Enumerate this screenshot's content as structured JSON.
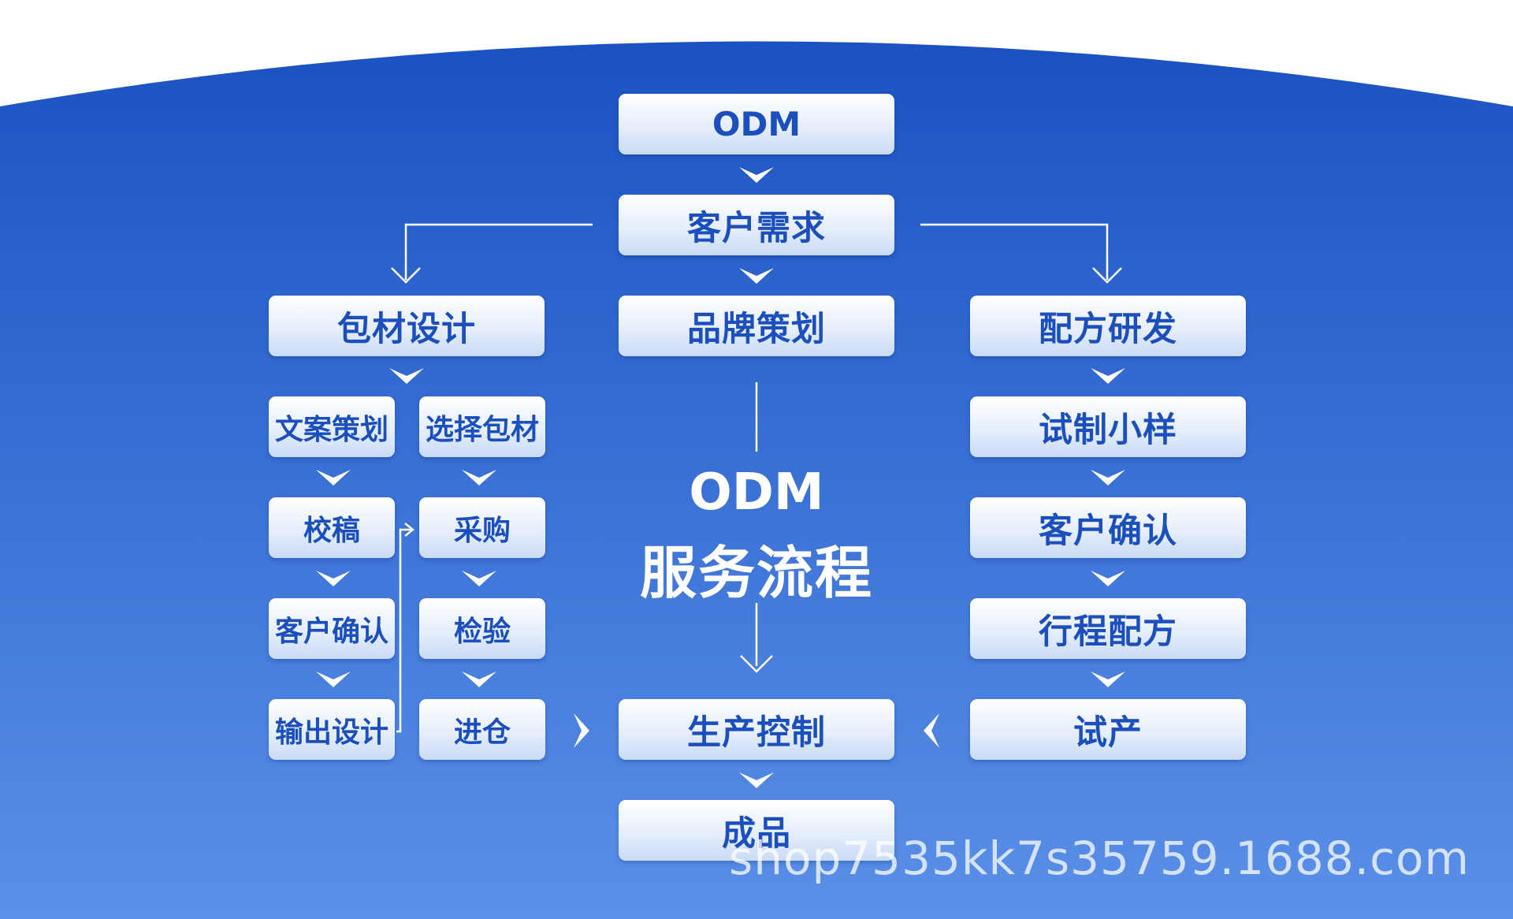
{
  "colors": {
    "bg_top": "#1c55c4",
    "bg_bottom": "#5a8ee6",
    "node_text": "#1b4fbd",
    "line": "#ffffff"
  },
  "nodes": {
    "odm": "ODM",
    "customer_demand": "客户需求",
    "packaging_design": "包材设计",
    "brand_planning": "品牌策划",
    "formula_rd": "配方研发",
    "copywriting": "文案策划",
    "select_materials": "选择包材",
    "proofreading": "校稿",
    "purchasing": "采购",
    "customer_confirm_left": "客户确认",
    "inspection": "检验",
    "output_design": "输出设计",
    "warehousing": "进仓",
    "trial_sample": "试制小样",
    "customer_confirm_right": "客户确认",
    "process_formula": "行程配方",
    "trial_production": "试产",
    "production_control": "生产控制",
    "finished_product": "成品"
  },
  "center_title": {
    "line1": "ODM",
    "line2": "服务流程"
  },
  "watermark": "shop7535kk7s35759.1688.com"
}
